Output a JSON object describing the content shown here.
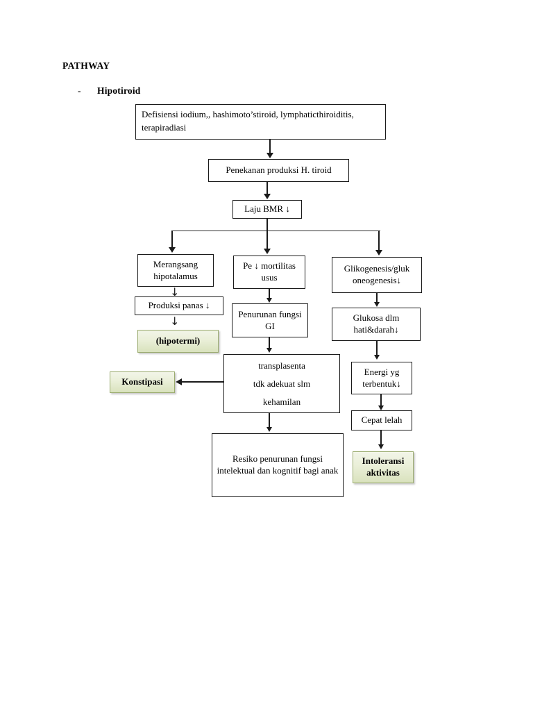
{
  "document": {
    "title": "PATHWAY",
    "bullet_dash": "-",
    "bullet_label": "Hipotiroid"
  },
  "diagram": {
    "type": "flowchart",
    "nodes": {
      "causes": "Defisiensi iodium,, hashimoto’stiroid, lymphaticthiroiditis, terapiradiasi",
      "suppression": "Penekanan produksi H. tiroid",
      "bmr": "Laju BMR ↓",
      "branch_left": "Merangsang hipotalamus",
      "branch_mid": "Pe ↓ mortilitas usus",
      "branch_right": "Glikogenesis/gluk oneogenesis↓",
      "heat_production": "Produksi panas ↓",
      "hypothermia": "(hipotermi)",
      "gi_function": "Penurunan fungsi GI",
      "constipation": "Konstipasi",
      "placenta_line1": "transplasenta",
      "placenta_line2": "tdk adekuat slm",
      "placenta_line3": "kehamilan",
      "glucose": "Glukosa dlm hati&darah↓",
      "energy": "Energi yg terbentuk↓",
      "fatigue": "Cepat lelah",
      "activity_intolerance": "Intoleransi aktivitas",
      "cognitive_risk": "Resiko penurunan fungsi intelektual dan kognitif bagi anak"
    },
    "colors": {
      "box_border": "#1a1a1a",
      "highlight_border": "#9aab6e",
      "highlight_fill_top": "#f2f5e8",
      "highlight_fill_bottom": "#d9e2bd",
      "text": "#000000",
      "page_background": "#ffffff"
    }
  }
}
